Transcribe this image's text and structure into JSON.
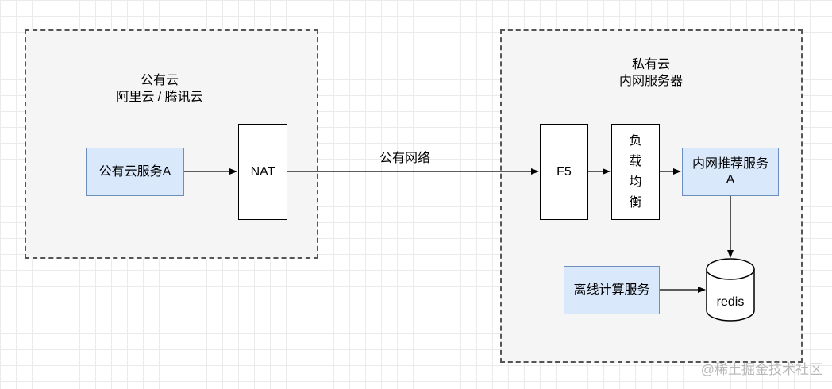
{
  "public_cloud": {
    "title_line1": "公有云",
    "title_line2": "阿里云 / 腾讯云",
    "service_label": "公有云服务A",
    "nat_label": "NAT"
  },
  "connection": {
    "label": "公有网络"
  },
  "private_cloud": {
    "title_line1": "私有云",
    "title_line2": "内网服务器",
    "f5_label": "F5",
    "lb_chars": [
      "负",
      "载",
      "均",
      "衡"
    ],
    "recommend_line1": "内网推荐服务",
    "recommend_line2": "A",
    "offline_label": "离线计算服务",
    "redis_label": "redis"
  },
  "colors": {
    "region_fill": "#f5f5f5",
    "blue_fill": "#dae8fc",
    "blue_stroke": "#6c8ebf"
  },
  "watermark": "@稀土掘金技术社区"
}
